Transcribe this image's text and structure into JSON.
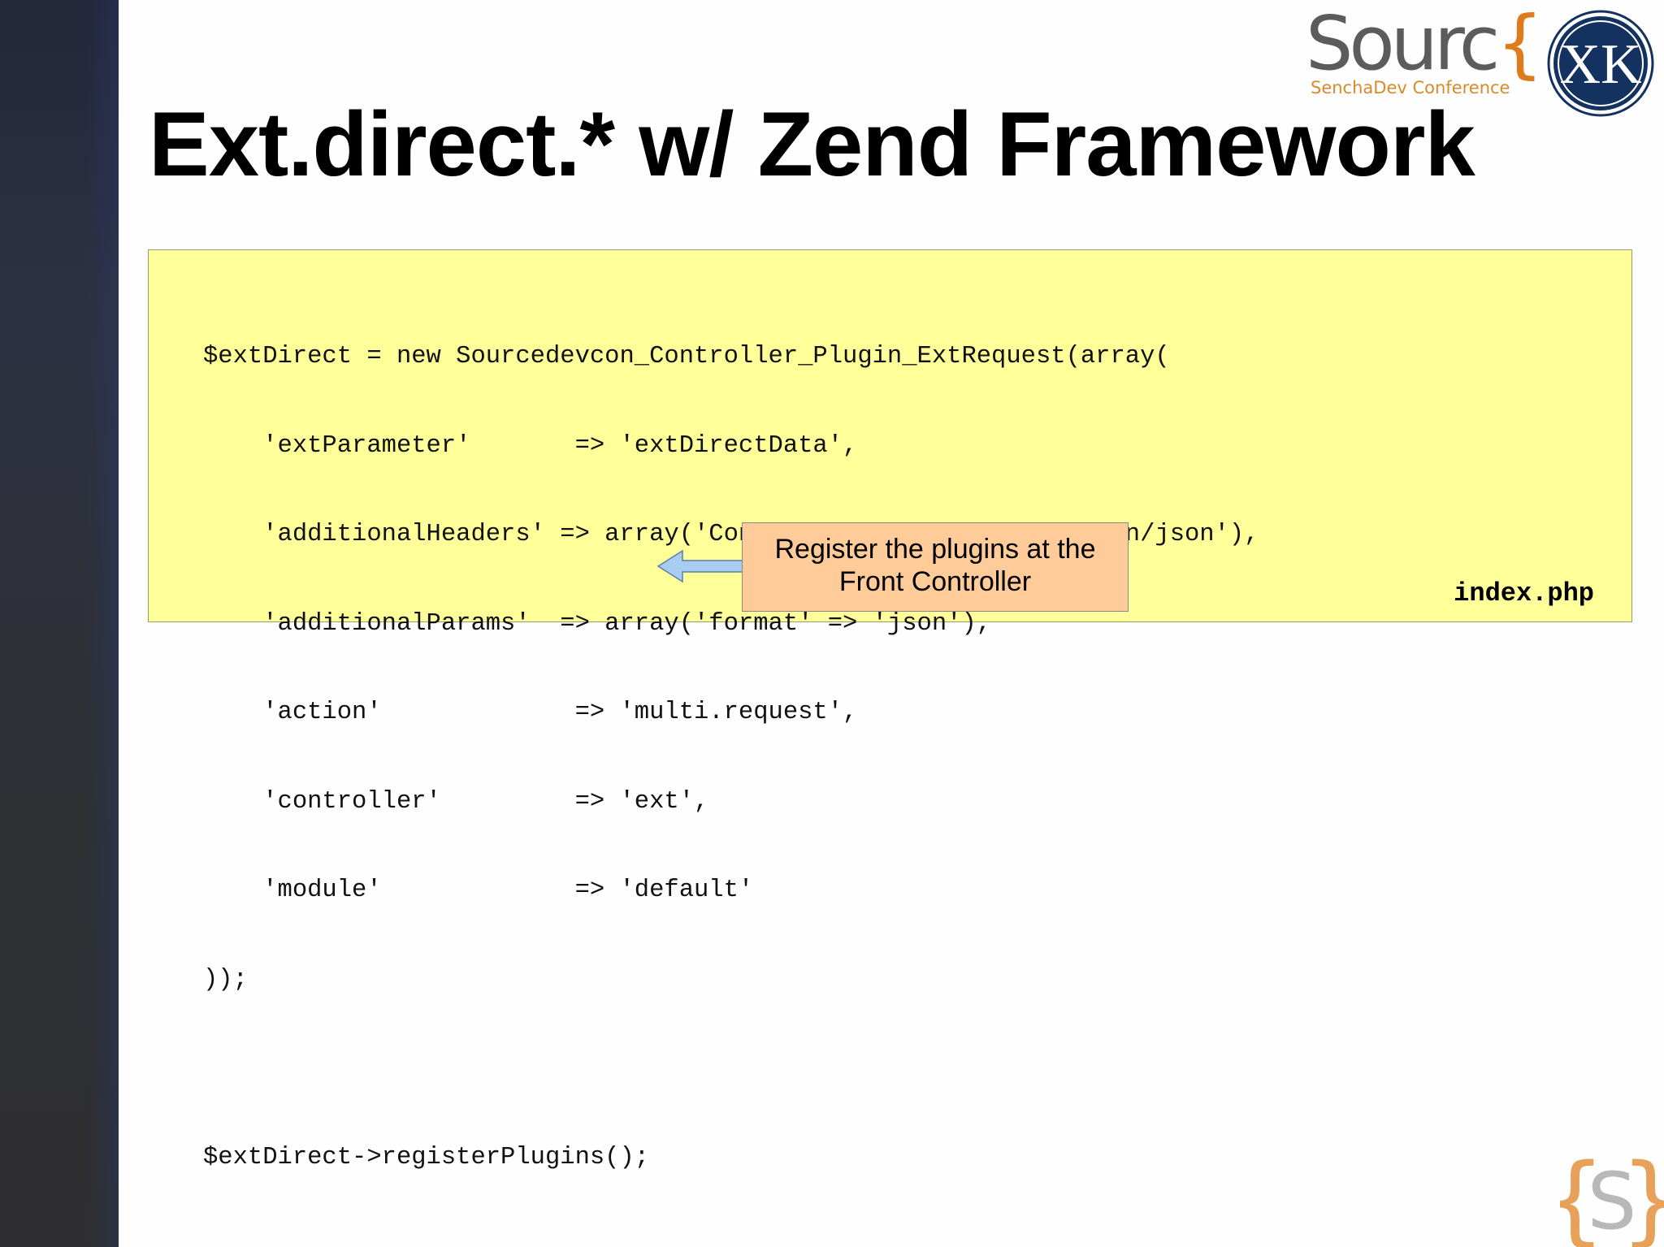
{
  "slide": {
    "title": "Ext.direct.* w/ Zend Framework"
  },
  "logos": {
    "source_word": "Sourc",
    "source_brace": "{",
    "source_tagline": "SenchaDev Conference",
    "seal_letters": "XK",
    "corner_mark": "{S}"
  },
  "code": {
    "lines": [
      "$extDirect = new Sourcedevcon_Controller_Plugin_ExtRequest(array(",
      "    'extParameter'       => 'extDirectData',",
      "    'additionalHeaders' => array('Content-Type' => 'application/json'),",
      "    'additionalParams'  => array('format' => 'json'),",
      "    'action'             => 'multi.request',",
      "    'controller'         => 'ext',",
      "    'module'             => 'default'",
      "));",
      "",
      "$extDirect->registerPlugins();"
    ],
    "file_label": "index.php"
  },
  "callout": {
    "line1": "Register the plugins at the",
    "line2": "Front Controller"
  },
  "colors": {
    "code_background": "#ffff99",
    "callout_background": "#ffcc99",
    "arrow_fill": "#a8cdf0",
    "brand_orange": "#e07b1c",
    "seal_navy": "#14325f"
  }
}
